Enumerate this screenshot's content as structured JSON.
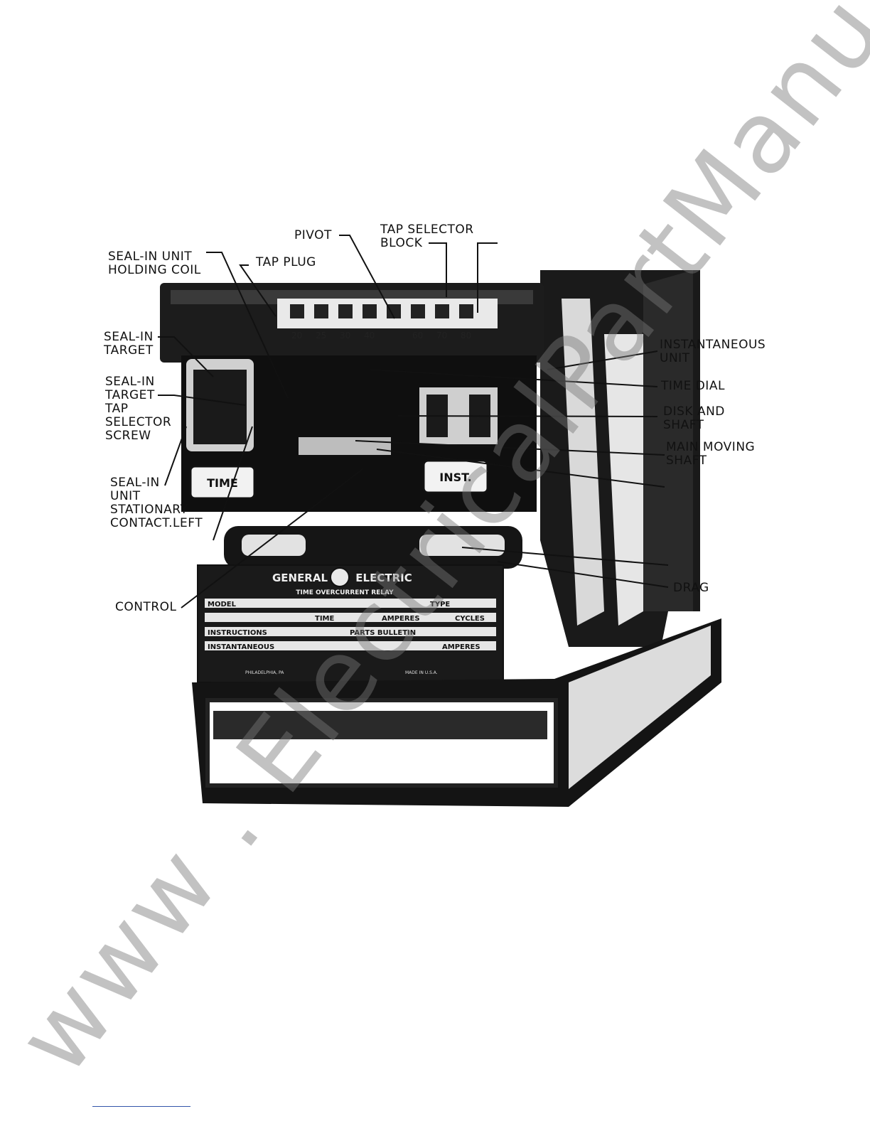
{
  "labels": {
    "seal_in_unit_holding_coil": "SEAL-IN UNIT\nHOLDING COIL",
    "tap_plug": "TAP PLUG",
    "pivot": "PIVOT",
    "tap_selector_block": "TAP SELECTOR\nBLOCK",
    "seal_in_target": "SEAL-IN\nTARGET",
    "seal_in_target_tap_selector_screw": "SEAL-IN\nTARGET\nTAP\nSELECTOR\nSCREW",
    "seal_in_unit_stationary_contact_left": "SEAL-IN\nUNIT\nSTATIONARY\nCONTACT.LEFT",
    "control": "CONTROL",
    "instantaneous_unit": "INSTANTANEOUS\nUNIT",
    "time_dial": "TIME DIAL",
    "disk_and_shaft": "DISK AND\nSHAFT",
    "main_moving_shaft": "MAIN MOVING\nSHAFT",
    "drag": "DRAG"
  },
  "relay": {
    "tap_values": [
      "20",
      "25",
      "30",
      "40",
      "",
      "60",
      "70",
      "80"
    ],
    "time_button": "TIME",
    "inst_button": "INST.",
    "nameplate": {
      "brand_left": "GENERAL",
      "brand_right": "ELECTRIC",
      "subtitle": "TIME OVERCURRENT RELAY",
      "row1_left": "MODEL",
      "row1_right": "TYPE",
      "row2_mid": "TIME",
      "row2_amperes": "AMPERES",
      "row2_cycles": "CYCLES",
      "row3_left": "INSTRUCTIONS",
      "row3_right": "PARTS BULLETIN",
      "row4_left": "INSTANTANEOUS",
      "row4_right": "AMPERES",
      "footer_left": "PHILADELPHIA, PA",
      "footer_right": "MADE IN U.S.A."
    }
  },
  "watermark": "www . ElectricalPartManuals . com"
}
